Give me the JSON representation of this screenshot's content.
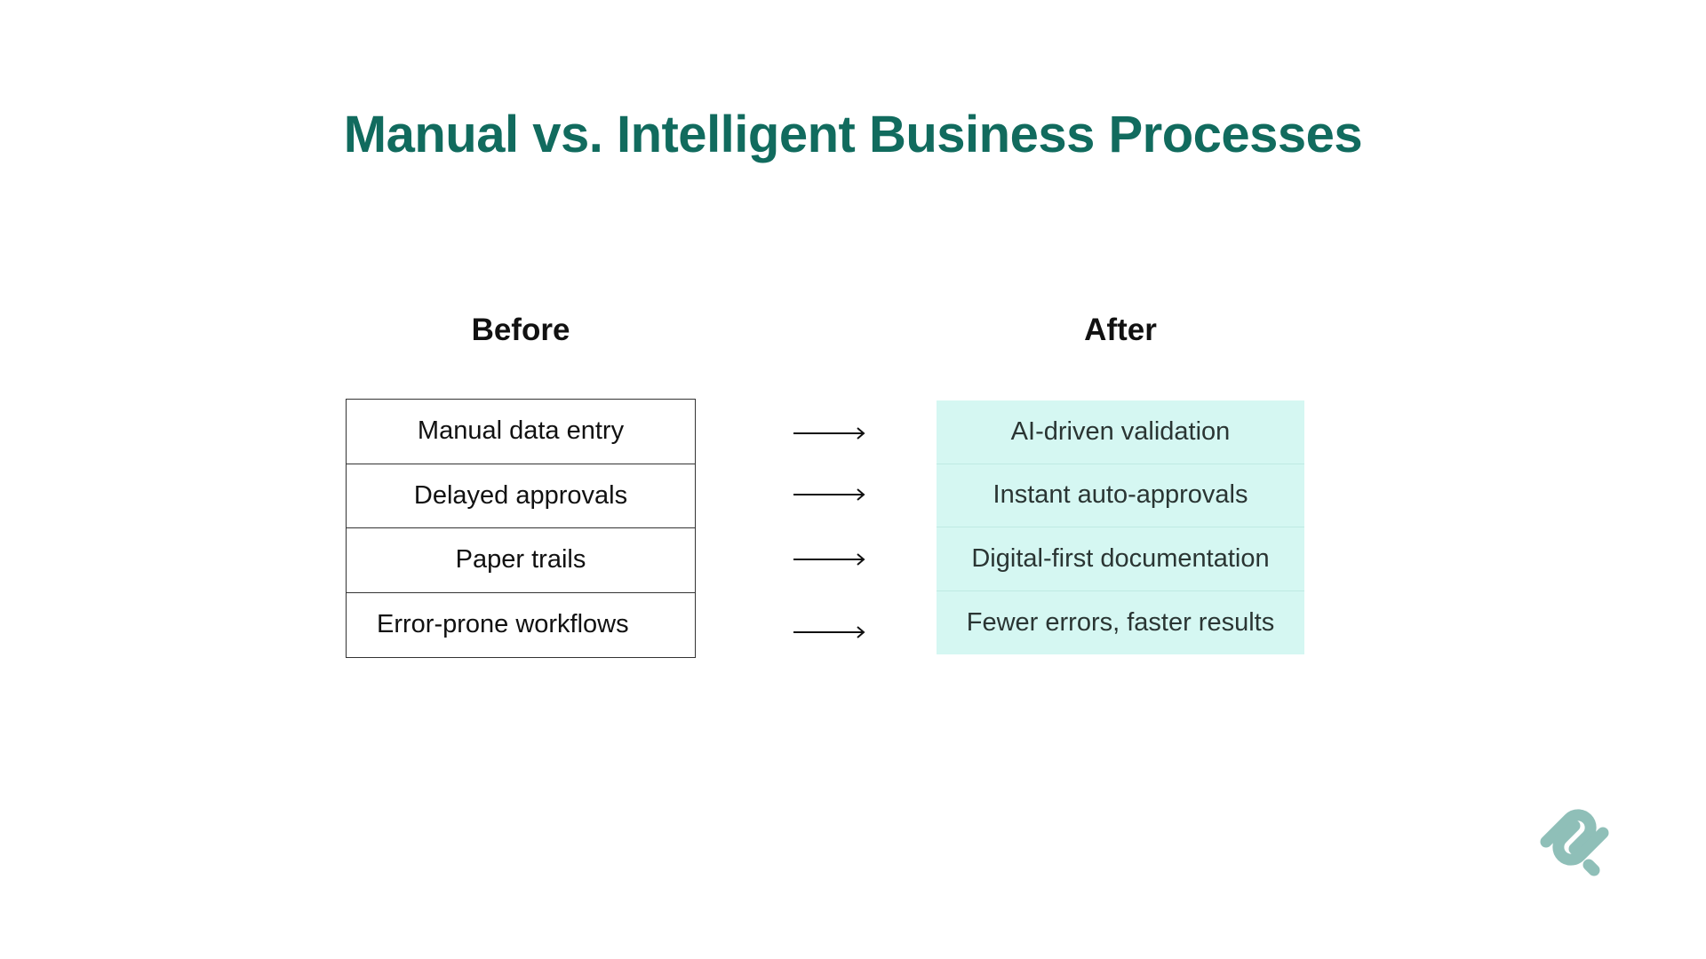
{
  "title": "Manual vs. Intelligent Business Processes",
  "before": {
    "heading": "Before",
    "items": [
      "Manual data entry",
      "Delayed approvals",
      "Paper trails",
      "Error-prone workflows"
    ]
  },
  "after": {
    "heading": "After",
    "items": [
      "AI-driven validation",
      "Instant auto-approvals",
      "Digital-first documentation",
      "Fewer errors, faster results"
    ]
  },
  "colors": {
    "title": "#116b5e",
    "after_fill": "#d5f7f2",
    "logo": "#8fbfb8"
  },
  "icons": {
    "arrow": "right-arrow-icon",
    "logo": "brand-logo-icon"
  }
}
